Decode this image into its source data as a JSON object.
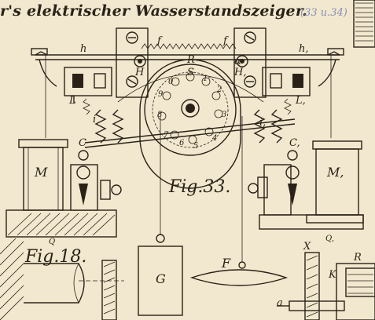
{
  "header": {
    "title": "r's elektrischer Wasserstandszeiger.",
    "reference": "(33 u.34)"
  },
  "figures": {
    "fig33": "Fig.33.",
    "fig18": "Fig.18."
  },
  "labels": {
    "h_left": "h",
    "h_right": "h,",
    "f_left": "f",
    "f_right": "f",
    "R": "R",
    "S": "S",
    "H_left": "H",
    "H_right": "H,",
    "alpha": "α",
    "L_left": "L",
    "L_right": "L,",
    "i_left": "i",
    "i_right": "i,",
    "C_left": "C",
    "C_right": "C,",
    "M_left": "M",
    "M_right": "M,",
    "Q_left": "Q",
    "Q_right": "Q,",
    "G": "G",
    "F": "F",
    "X": "X",
    "R_right": "R",
    "K": "K",
    "a": "a",
    "dial": [
      "9",
      "0",
      "1",
      "2",
      "3",
      "4",
      "5",
      "6",
      "7",
      "8"
    ]
  }
}
